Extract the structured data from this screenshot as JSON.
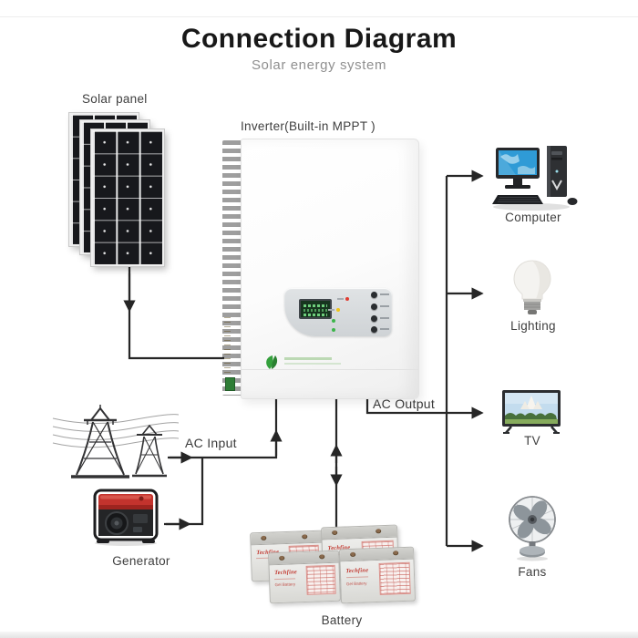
{
  "header": {
    "title": "Connection Diagram",
    "subtitle": "Solar energy system"
  },
  "nodes": {
    "solar_panel": {
      "label": "Solar panel",
      "count": 3
    },
    "inverter": {
      "label": "Inverter(Built-in MPPT )"
    },
    "generator": {
      "label": "Generator"
    },
    "battery": {
      "label": "Battery",
      "brand": "Techfine",
      "type": "Gel Battery",
      "count": 4
    },
    "computer": {
      "label": "Computer"
    },
    "lighting": {
      "label": "Lighting"
    },
    "tv": {
      "label": "TV"
    },
    "fans": {
      "label": "Fans"
    }
  },
  "wires": {
    "ac_input_label": "AC Input",
    "ac_output_label": "AC Output"
  },
  "connections": [
    {
      "from": "solar_panel",
      "to": "inverter",
      "direction": "one-way"
    },
    {
      "from": "utility_grid",
      "to": "inverter",
      "direction": "one-way",
      "label": "AC Input"
    },
    {
      "from": "generator",
      "to": "ac_input_line",
      "direction": "one-way"
    },
    {
      "from": "inverter",
      "to": "battery",
      "direction": "bidirectional"
    },
    {
      "from": "inverter",
      "to": "ac_output_bus",
      "direction": "one-way",
      "label": "AC Output"
    },
    {
      "from": "ac_output_bus",
      "to": "computer",
      "direction": "one-way"
    },
    {
      "from": "ac_output_bus",
      "to": "lighting",
      "direction": "one-way"
    },
    {
      "from": "ac_output_bus",
      "to": "tv",
      "direction": "one-way"
    },
    {
      "from": "ac_output_bus",
      "to": "fans",
      "direction": "one-way"
    }
  ],
  "icons": {
    "solar_panel": "solar-panel-icon",
    "inverter": "inverter-icon",
    "utility_grid": "power-towers-icon",
    "generator": "generator-icon",
    "battery": "battery-bank-icon",
    "computer": "computer-icon",
    "lighting": "lightbulb-icon",
    "tv": "tv-icon",
    "fans": "fan-icon",
    "brand_logo": "leaf-logo-icon"
  },
  "colors": {
    "wire": "#262626",
    "title": "#181818",
    "subtitle": "#8f8f8f",
    "label": "#3e3e3e",
    "generator_red": "#c3332d",
    "leaf_green": "#34a03c",
    "battery_text_red": "#c1372f",
    "lcd_green": "#17351f",
    "led_red": "#e03c31",
    "led_yellow": "#f0c419",
    "led_green": "#3cb54a",
    "solar_cell_dark": "#17181c",
    "tv_sky_blue": "#c3dcee",
    "screen_blue": "#2f9bd6"
  }
}
